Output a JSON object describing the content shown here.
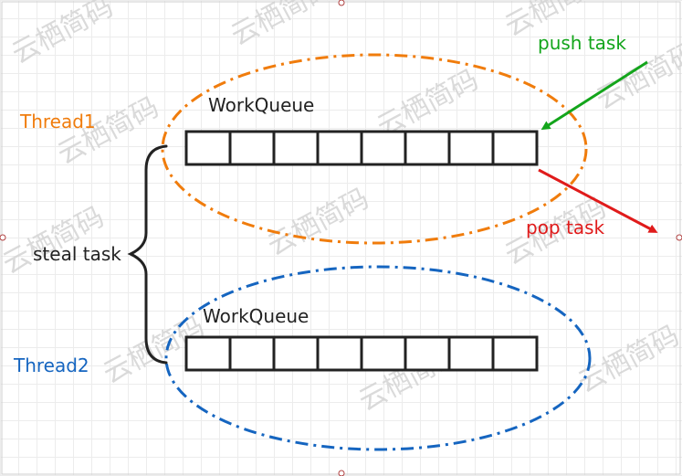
{
  "threads": [
    {
      "label": "Thread1",
      "color": "#f07c0c"
    },
    {
      "label": "Thread2",
      "color": "#1565c0"
    }
  ],
  "queues": [
    {
      "label": "WorkQueue",
      "cells": 8
    },
    {
      "label": "WorkQueue",
      "cells": 8
    }
  ],
  "actions": {
    "push": {
      "label": "push task",
      "color": "#13a51b"
    },
    "pop": {
      "label": "pop task",
      "color": "#e01b1b"
    },
    "steal": {
      "label": "steal task"
    }
  },
  "watermark": "云栖简码"
}
